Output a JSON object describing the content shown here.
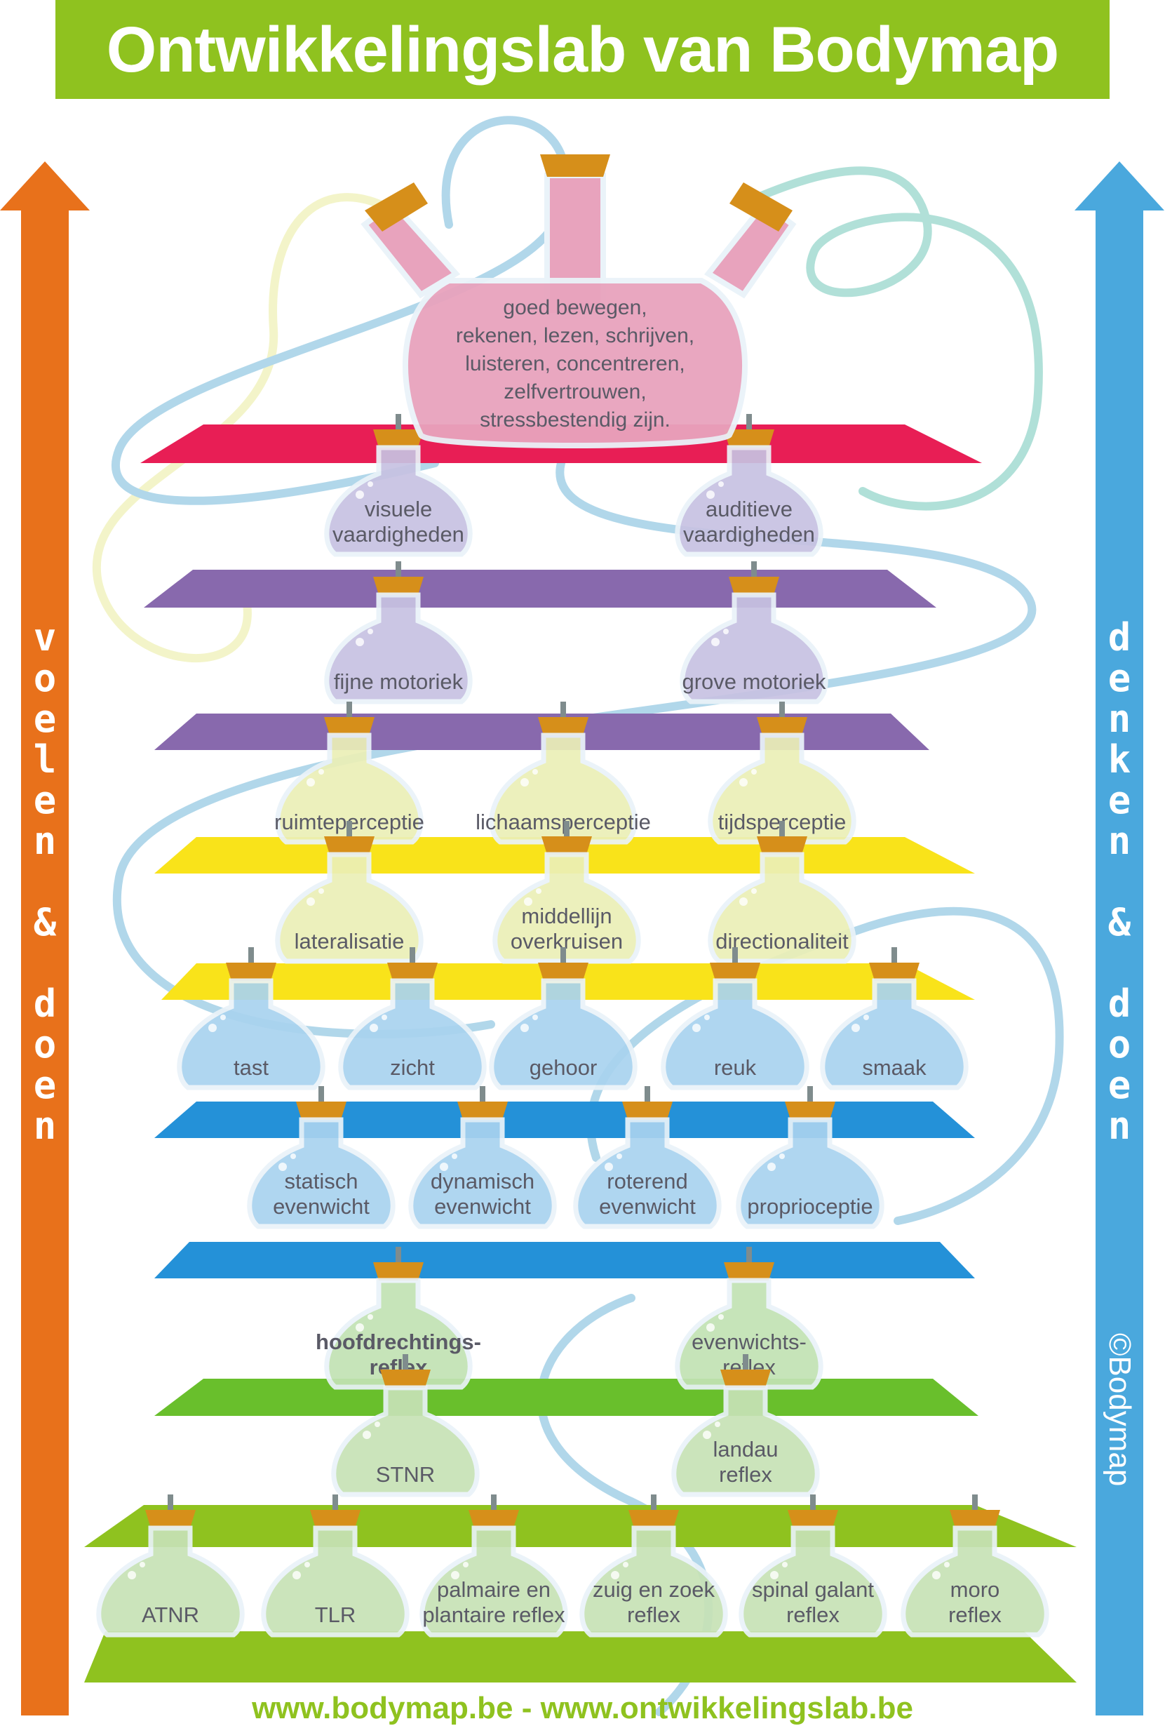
{
  "title": "Ontwikkelingslab van Bodymap",
  "left_arrow_text": "voelen & doen",
  "right_arrow_text": "denken & doen",
  "copyright": "©Bodymap",
  "footer": "www.bodymap.be - www.ontwikkelingslab.be",
  "colors": {
    "banner": "#8fc21f",
    "left_arrow": "#e8711b",
    "right_arrow": "#4aa8dd",
    "tubes": "#a9d3e8"
  },
  "top_flask": {
    "lines": [
      "goed bewegen,",
      "rekenen, lezen, schrijven,",
      "luisteren, concentreren,",
      "zelfvertrouwen,",
      "stressbestendig zijn."
    ]
  },
  "levels": [
    {
      "color": "#e81e55",
      "flask_color": "#e8a3bd",
      "flasks": []
    },
    {
      "color": "#8869ad",
      "flask_color": "#c7c2e2",
      "flasks": [
        {
          "lines": [
            "visuele",
            "vaardigheden"
          ]
        },
        {
          "lines": [
            "auditieve",
            "vaardigheden"
          ]
        }
      ]
    },
    {
      "color": "#8869ad",
      "flask_color": "#c7c2e2",
      "flasks": [
        {
          "lines": [
            "fijne motoriek"
          ]
        },
        {
          "lines": [
            "grove motoriek"
          ]
        }
      ]
    },
    {
      "color": "#f9e31a",
      "flask_color": "#ebefb7",
      "flasks": [
        {
          "lines": [
            "ruimteperceptie"
          ]
        },
        {
          "lines": [
            "lichaamsperceptie"
          ]
        },
        {
          "lines": [
            "tijdsperceptie"
          ]
        }
      ]
    },
    {
      "color": "#f9e31a",
      "flask_color": "#ebefb7",
      "flasks": [
        {
          "lines": [
            "lateralisatie"
          ]
        },
        {
          "lines": [
            "middellijn",
            "overkruisen"
          ]
        },
        {
          "lines": [
            "directionaliteit"
          ]
        }
      ]
    },
    {
      "color": "#2491d8",
      "flask_color": "#a9d3ef",
      "flasks": [
        {
          "lines": [
            "tast"
          ]
        },
        {
          "lines": [
            "zicht"
          ]
        },
        {
          "lines": [
            "gehoor"
          ]
        },
        {
          "lines": [
            "reuk"
          ]
        },
        {
          "lines": [
            "smaak"
          ]
        }
      ]
    },
    {
      "color": "#2491d8",
      "flask_color": "#a9d3ef",
      "flasks": [
        {
          "lines": [
            "statisch",
            "evenwicht"
          ]
        },
        {
          "lines": [
            "dynamisch",
            "evenwicht"
          ]
        },
        {
          "lines": [
            "roterend",
            "evenwicht"
          ]
        },
        {
          "lines": [
            "proprioceptie"
          ]
        }
      ]
    },
    {
      "color": "#69bf2c",
      "flask_color": "#c2e2b4",
      "flasks": [
        {
          "lines": [
            "hoofdrechtings-",
            "reflex"
          ],
          "bold": true
        },
        {
          "lines": [
            "evenwichts-",
            "reflex"
          ]
        }
      ]
    },
    {
      "color": "#8fc21f",
      "flask_color": "#c7e2b6",
      "flasks": [
        {
          "lines": [
            "STNR"
          ]
        },
        {
          "lines": [
            "landau",
            "reflex"
          ]
        }
      ]
    },
    {
      "color": "#8fc21f",
      "flask_color": "#c7e2b6",
      "flasks": [
        {
          "lines": [
            "ATNR"
          ]
        },
        {
          "lines": [
            "TLR"
          ]
        },
        {
          "lines": [
            "palmaire en",
            "plantaire reflex"
          ]
        },
        {
          "lines": [
            "zuig en zoek",
            "reflex"
          ]
        },
        {
          "lines": [
            "spinal galant",
            "reflex"
          ]
        },
        {
          "lines": [
            "moro",
            "reflex"
          ]
        }
      ]
    }
  ]
}
